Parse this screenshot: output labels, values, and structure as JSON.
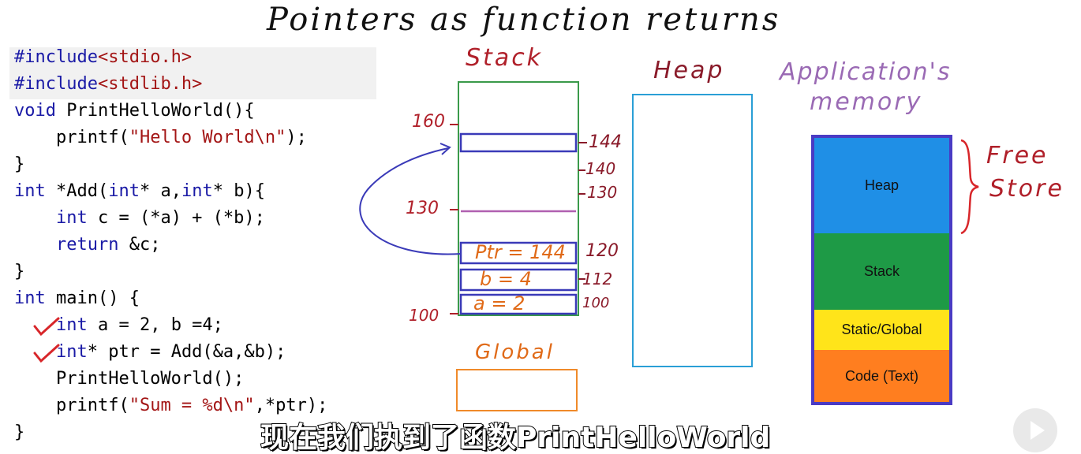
{
  "title": "Pointers as function returns",
  "code_lines": [
    [
      {
        "t": "#include",
        "c": "pre"
      },
      {
        "t": "<stdio.h>",
        "c": "inc"
      }
    ],
    [
      {
        "t": "#include",
        "c": "pre"
      },
      {
        "t": "<stdlib.h>",
        "c": "inc"
      }
    ],
    [
      {
        "t": "void",
        "c": "kw"
      },
      {
        "t": " PrintHelloWorld(){",
        "c": ""
      }
    ],
    [
      {
        "t": "    printf(",
        "c": ""
      },
      {
        "t": "\"Hello World\\n\"",
        "c": "str"
      },
      {
        "t": ");",
        "c": ""
      }
    ],
    [
      {
        "t": "}",
        "c": ""
      }
    ],
    [
      {
        "t": "int",
        "c": "kw"
      },
      {
        "t": " *Add(",
        "c": ""
      },
      {
        "t": "int",
        "c": "kw"
      },
      {
        "t": "* a,",
        "c": ""
      },
      {
        "t": "int",
        "c": "kw"
      },
      {
        "t": "* b){",
        "c": ""
      }
    ],
    [
      {
        "t": "    ",
        "c": ""
      },
      {
        "t": "int",
        "c": "kw"
      },
      {
        "t": " c = (*a) + (*b);",
        "c": ""
      }
    ],
    [
      {
        "t": "    ",
        "c": ""
      },
      {
        "t": "return",
        "c": "kw"
      },
      {
        "t": " &c;",
        "c": ""
      }
    ],
    [
      {
        "t": "}",
        "c": ""
      }
    ],
    [
      {
        "t": "int",
        "c": "kw"
      },
      {
        "t": " main() {",
        "c": ""
      }
    ],
    [
      {
        "t": "    ",
        "c": ""
      },
      {
        "t": "int",
        "c": "kw"
      },
      {
        "t": " a = 2, b =4;",
        "c": ""
      }
    ],
    [
      {
        "t": "    ",
        "c": ""
      },
      {
        "t": "int",
        "c": "kw"
      },
      {
        "t": "* ptr = Add(&a,&b);",
        "c": ""
      }
    ],
    [
      {
        "t": "    PrintHelloWorld();",
        "c": ""
      }
    ],
    [
      {
        "t": "    printf(",
        "c": ""
      },
      {
        "t": "\"Sum = %d\\n\"",
        "c": "str"
      },
      {
        "t": ",*ptr);",
        "c": ""
      }
    ],
    [
      {
        "t": "}",
        "c": ""
      }
    ]
  ],
  "labels": {
    "stack": "Stack",
    "heap": "Heap",
    "global": "Global",
    "app_memory_line1": "Application's",
    "app_memory_line2": "memory",
    "free_store_line1": "Free",
    "free_store_line2": "Store"
  },
  "stack_cells": {
    "ptr": "Ptr = 144",
    "b": "b = 4",
    "a": "a = 2"
  },
  "addresses": {
    "left_160": "160",
    "left_130": "130",
    "left_100": "100",
    "right_144": "144",
    "right_140": "140",
    "right_130": "130",
    "right_120": "120",
    "right_112": "112",
    "right_100": "100"
  },
  "memory_regions": [
    {
      "label": "Heap",
      "color": "#1f8fe6"
    },
    {
      "label": "Stack",
      "color": "#1e9a46"
    },
    {
      "label": "Static/Global",
      "color": "#ffe41a"
    },
    {
      "label": "Code (Text)",
      "color": "#ff7e1f"
    }
  ],
  "subtitle": "现在我们执到了函数PrintHelloWorld",
  "colors": {
    "stack_border": "#3a9a4a",
    "heap_border": "#2a9fd6",
    "global_border": "#f08a2a",
    "memory_frame": "#4a3bc4",
    "cell_border": "#3a3ab8",
    "arrow": "#3a3ab8",
    "check": "#d8262a",
    "brace": "#d8262a"
  }
}
